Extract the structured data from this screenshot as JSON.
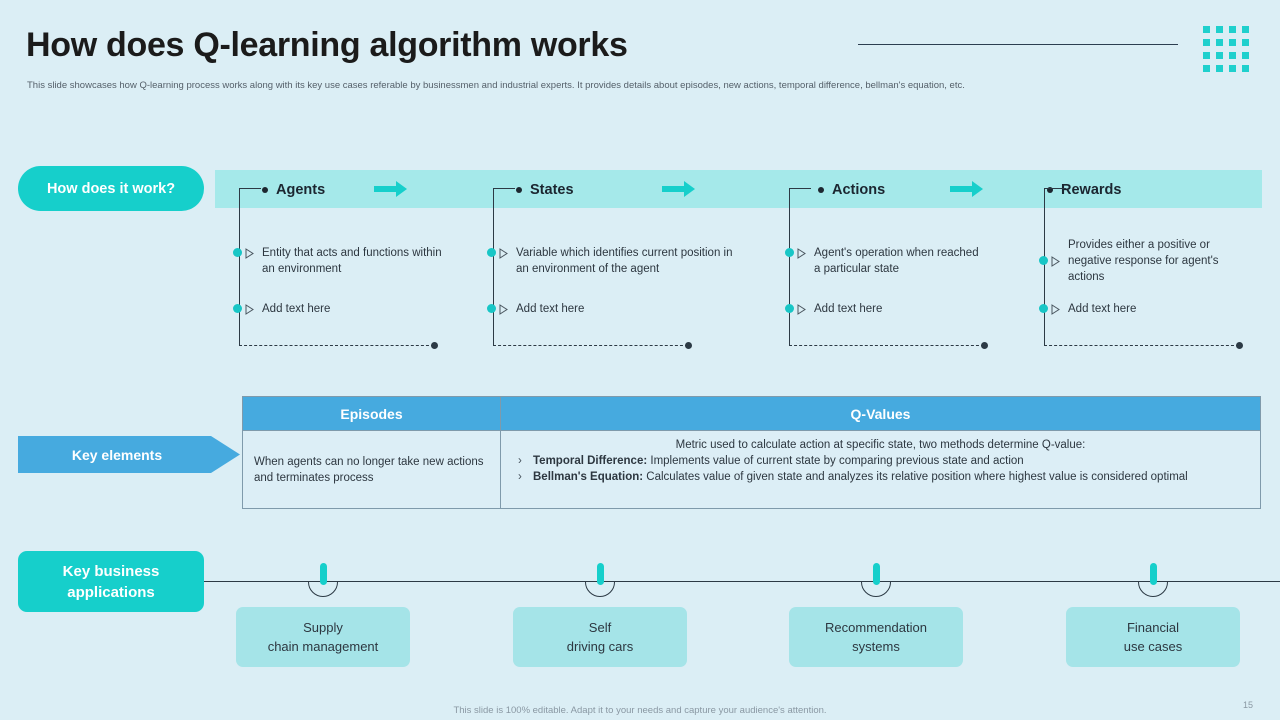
{
  "header": {
    "title": "How does Q-learning algorithm works",
    "subtitle": "This slide showcases how Q-learning process works along with its key use cases referable by businessmen and industrial experts. It provides details about episodes, new actions, temporal difference, bellman's equation, etc."
  },
  "colors": {
    "background": "#dbeef5",
    "teal_accent": "#16cfcb",
    "teal_light": "#a5e9ea",
    "blue_accent": "#46aadf",
    "card_teal": "#a5e4e8",
    "dark_line": "#2c3a45"
  },
  "how_it_works": {
    "pill_label": "How does it work?",
    "columns": [
      {
        "heading": "Agents",
        "has_arrow": true,
        "bullets": [
          "Entity that acts and functions within an environment",
          "Add text here"
        ]
      },
      {
        "heading": "States",
        "has_arrow": true,
        "bullets": [
          "Variable which identifies current position in an environment of the agent",
          "Add text here"
        ]
      },
      {
        "heading": "Actions",
        "has_arrow": true,
        "bullets": [
          "Agent's operation when reached a particular state",
          "Add text here"
        ]
      },
      {
        "heading": "Rewards",
        "has_arrow": false,
        "bullets": [
          "Provides either a positive or negative response for agent's actions",
          "Add text here"
        ]
      }
    ]
  },
  "key_elements": {
    "label": "Key elements",
    "table": {
      "headers": [
        "Episodes",
        "Q-Values"
      ],
      "episodes_text": "When agents can no longer take new actions and terminates process",
      "qvalues_lead": "Metric used to calculate action at specific state, two methods determine Q-value:",
      "qvalues_items": [
        {
          "term": "Temporal Difference:",
          "desc": " Implements value of current state by comparing previous state and action"
        },
        {
          "term": "Bellman's Equation:",
          "desc": " Calculates value of given state and analyzes its relative position where highest value is considered optimal"
        }
      ]
    }
  },
  "key_business_applications": {
    "label": "Key business\napplications",
    "label_line1": "Key business",
    "label_line2": "applications",
    "cards": [
      {
        "line1": "Supply",
        "line2": "chain management"
      },
      {
        "line1": "Self",
        "line2": "driving cars"
      },
      {
        "line1": "Recommendation",
        "line2": "systems"
      },
      {
        "line1": "Financial",
        "line2": "use cases"
      }
    ]
  },
  "footer": {
    "note": "This slide is 100% editable. Adapt it to your needs and capture your audience's attention.",
    "page_number": "15"
  }
}
